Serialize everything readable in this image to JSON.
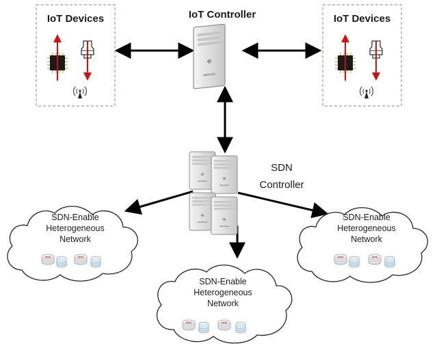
{
  "iot_devices_left": {
    "title": "IoT Devices"
  },
  "iot_devices_right": {
    "title": "IoT Devices"
  },
  "iot_controller": {
    "title": "IoT Controller"
  },
  "sdn_controller": {
    "line1": "SDN",
    "line2": "Controller"
  },
  "networks": [
    {
      "line1": "SDN-Enable",
      "line2": "Heterogeneous",
      "line3": "Network"
    },
    {
      "line1": "SDN-Enable",
      "line2": "Heterogeneous",
      "line3": "Network"
    },
    {
      "line1": "SDN-Enable",
      "line2": "Heterogeneous",
      "line3": "Network"
    }
  ],
  "colors": {
    "arrow": "#000000",
    "device_box_border": "#9a9a9a",
    "chip": "#1a1a1a",
    "up_down_arrow": "#cc1111",
    "server_body": "#e4e4e4",
    "router_glow": "#9fd3ef"
  }
}
